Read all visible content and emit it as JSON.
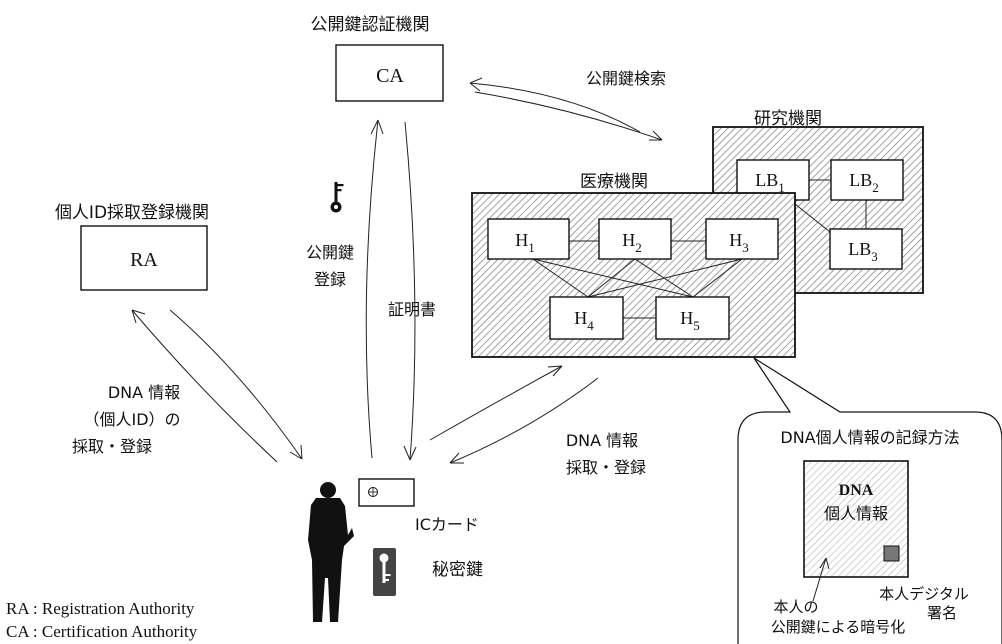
{
  "ca": {
    "heading": "公開鍵認証機関",
    "label": "CA"
  },
  "ra": {
    "heading": "個人ID採取登録機関",
    "label": "RA"
  },
  "research": {
    "heading": "研究機関",
    "nodes": [
      {
        "base": "LB",
        "sub": "1"
      },
      {
        "base": "LB",
        "sub": "2"
      },
      {
        "base": "LB",
        "sub": "3"
      }
    ]
  },
  "medical": {
    "heading": "医療機関",
    "nodes": [
      {
        "base": "H",
        "sub": "1"
      },
      {
        "base": "H",
        "sub": "2"
      },
      {
        "base": "H",
        "sub": "3"
      },
      {
        "base": "H",
        "sub": "4"
      },
      {
        "base": "H",
        "sub": "5"
      }
    ]
  },
  "arrows": {
    "search": "公開鍵検索",
    "register_line1": "公開鍵",
    "register_line2": "登録",
    "certificate": "証明書",
    "dna_ra_line1": "DNA 情報",
    "dna_ra_line2": "（個人ID）の",
    "dna_ra_line3": "採取・登録",
    "dna_med_line1": "DNA 情報",
    "dna_med_line2": "採取・登録"
  },
  "person": {
    "ic_card": "ICカード",
    "private_key": "秘密鍵"
  },
  "record": {
    "title": "DNA個人情報の記録方法",
    "inner_line1": "DNA",
    "inner_line2": "個人情報",
    "enc_line1": "本人の",
    "enc_line2": "公開鍵による暗号化",
    "sig_line1": "本人デジタル",
    "sig_line2": "署名"
  },
  "legend": {
    "ra": "RA : Registration Authority",
    "ca": "CA : Certification Authority"
  },
  "colors": {
    "hatch": "#8a8a8a",
    "line": "#111111"
  },
  "icons": [
    "key-icon",
    "person-icon",
    "ic-chip-icon",
    "private-key-icon"
  ]
}
